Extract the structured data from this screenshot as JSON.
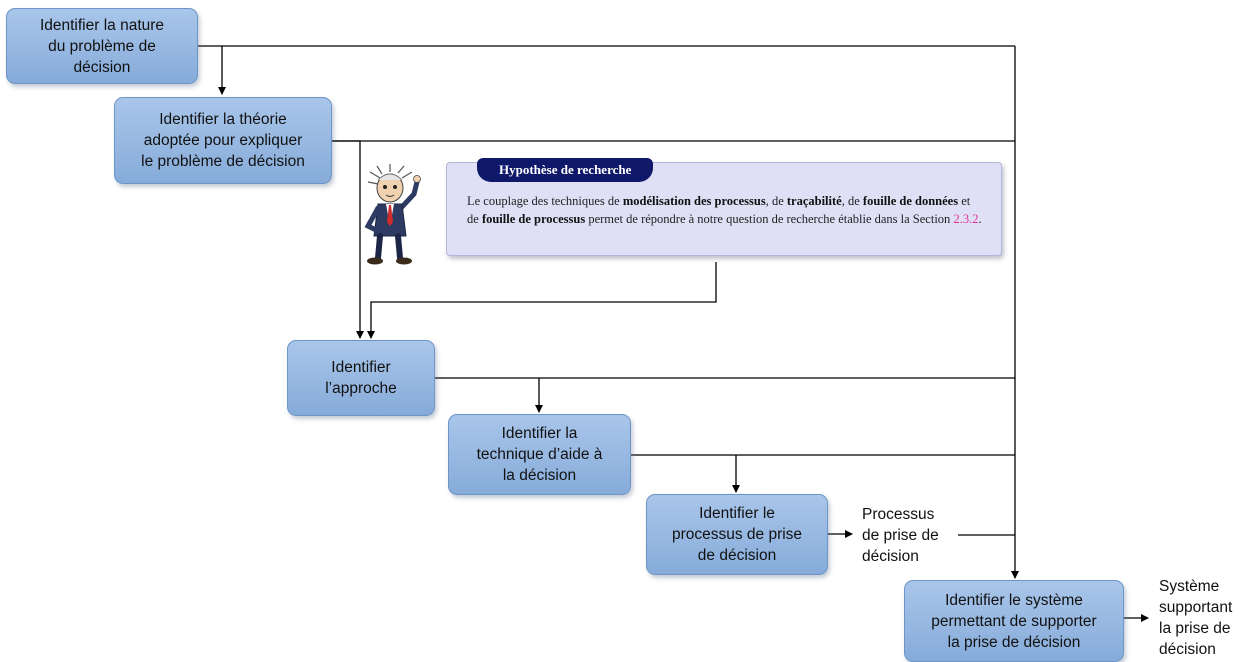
{
  "steps": {
    "nature": "Identifier la nature\ndu problème de\ndécision",
    "theorie": "Identifier la théorie\nadoptée pour expliquer\nle problème de décision",
    "approche": "Identifier\nl’approche",
    "technique": "Identifier la\ntechnique d’aide à\nla décision",
    "processus": "Identifier le\nprocessus de prise\nde décision",
    "systeme": "Identifier le système\npermettant de supporter\nla prise de décision"
  },
  "outputs": {
    "processus": "Processus\nde prise de\ndécision",
    "systeme": "Système\nsupportant\nla prise de\ndécision"
  },
  "hypothesis": {
    "title": "Hypothèse de recherche",
    "t1": "Le couplage des techniques de ",
    "b1": "modélisation des processus",
    "t2": ", de ",
    "b2": "traçabilité",
    "t3": ", de ",
    "b3": "fouille de données",
    "t4": " et de ",
    "b4": "fouille de processus",
    "t5": " permet de répondre à notre question de recherche établie dans la Section ",
    "ref": "2.3.2",
    "t6": "."
  },
  "colors": {
    "box_fill": "#95b7e2",
    "box_border": "#6d95c6",
    "tab": "#10186a",
    "hyp_bg": "#dfe0f5",
    "ref": "#e0329b"
  }
}
